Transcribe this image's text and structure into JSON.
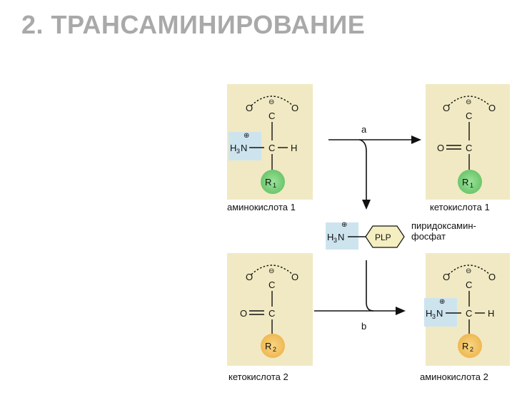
{
  "title": "2. ТРАНСАМИНИРОВАНИЕ",
  "arrows": {
    "a": "a",
    "b": "b"
  },
  "molecules": {
    "amino1": {
      "caption": "аминокислота 1",
      "r_group": "R",
      "r_index": "1",
      "substituent": "H",
      "amine": "N",
      "amine_h": "H",
      "amine_h_count": "3"
    },
    "keto1": {
      "caption": "кетокислота 1",
      "r_group": "R",
      "r_index": "1"
    },
    "keto2": {
      "caption": "кетокислота 2",
      "r_group": "R",
      "r_index": "2"
    },
    "amino2": {
      "caption": "аминокислота 2",
      "r_group": "R",
      "r_index": "2",
      "substituent": "H",
      "amine": "N",
      "amine_h": "H",
      "amine_h_count": "3"
    }
  },
  "atoms": {
    "oxygen": "O",
    "carbon": "C",
    "minus": "⊖",
    "plus": "⊕",
    "double_bond": "="
  },
  "cofactor": {
    "label": "PLP",
    "amine": "N",
    "amine_h": "H",
    "amine_h_count": "3",
    "name_line1": "пиридоксамин-",
    "name_line2": "фосфат"
  },
  "colors": {
    "title": "#a9a9a9",
    "panel": "#f1e9c3",
    "amine_box": "#cde4ef",
    "r1": "#7fd27f",
    "r2": "#f2c469",
    "plp": "#f4eec0"
  }
}
